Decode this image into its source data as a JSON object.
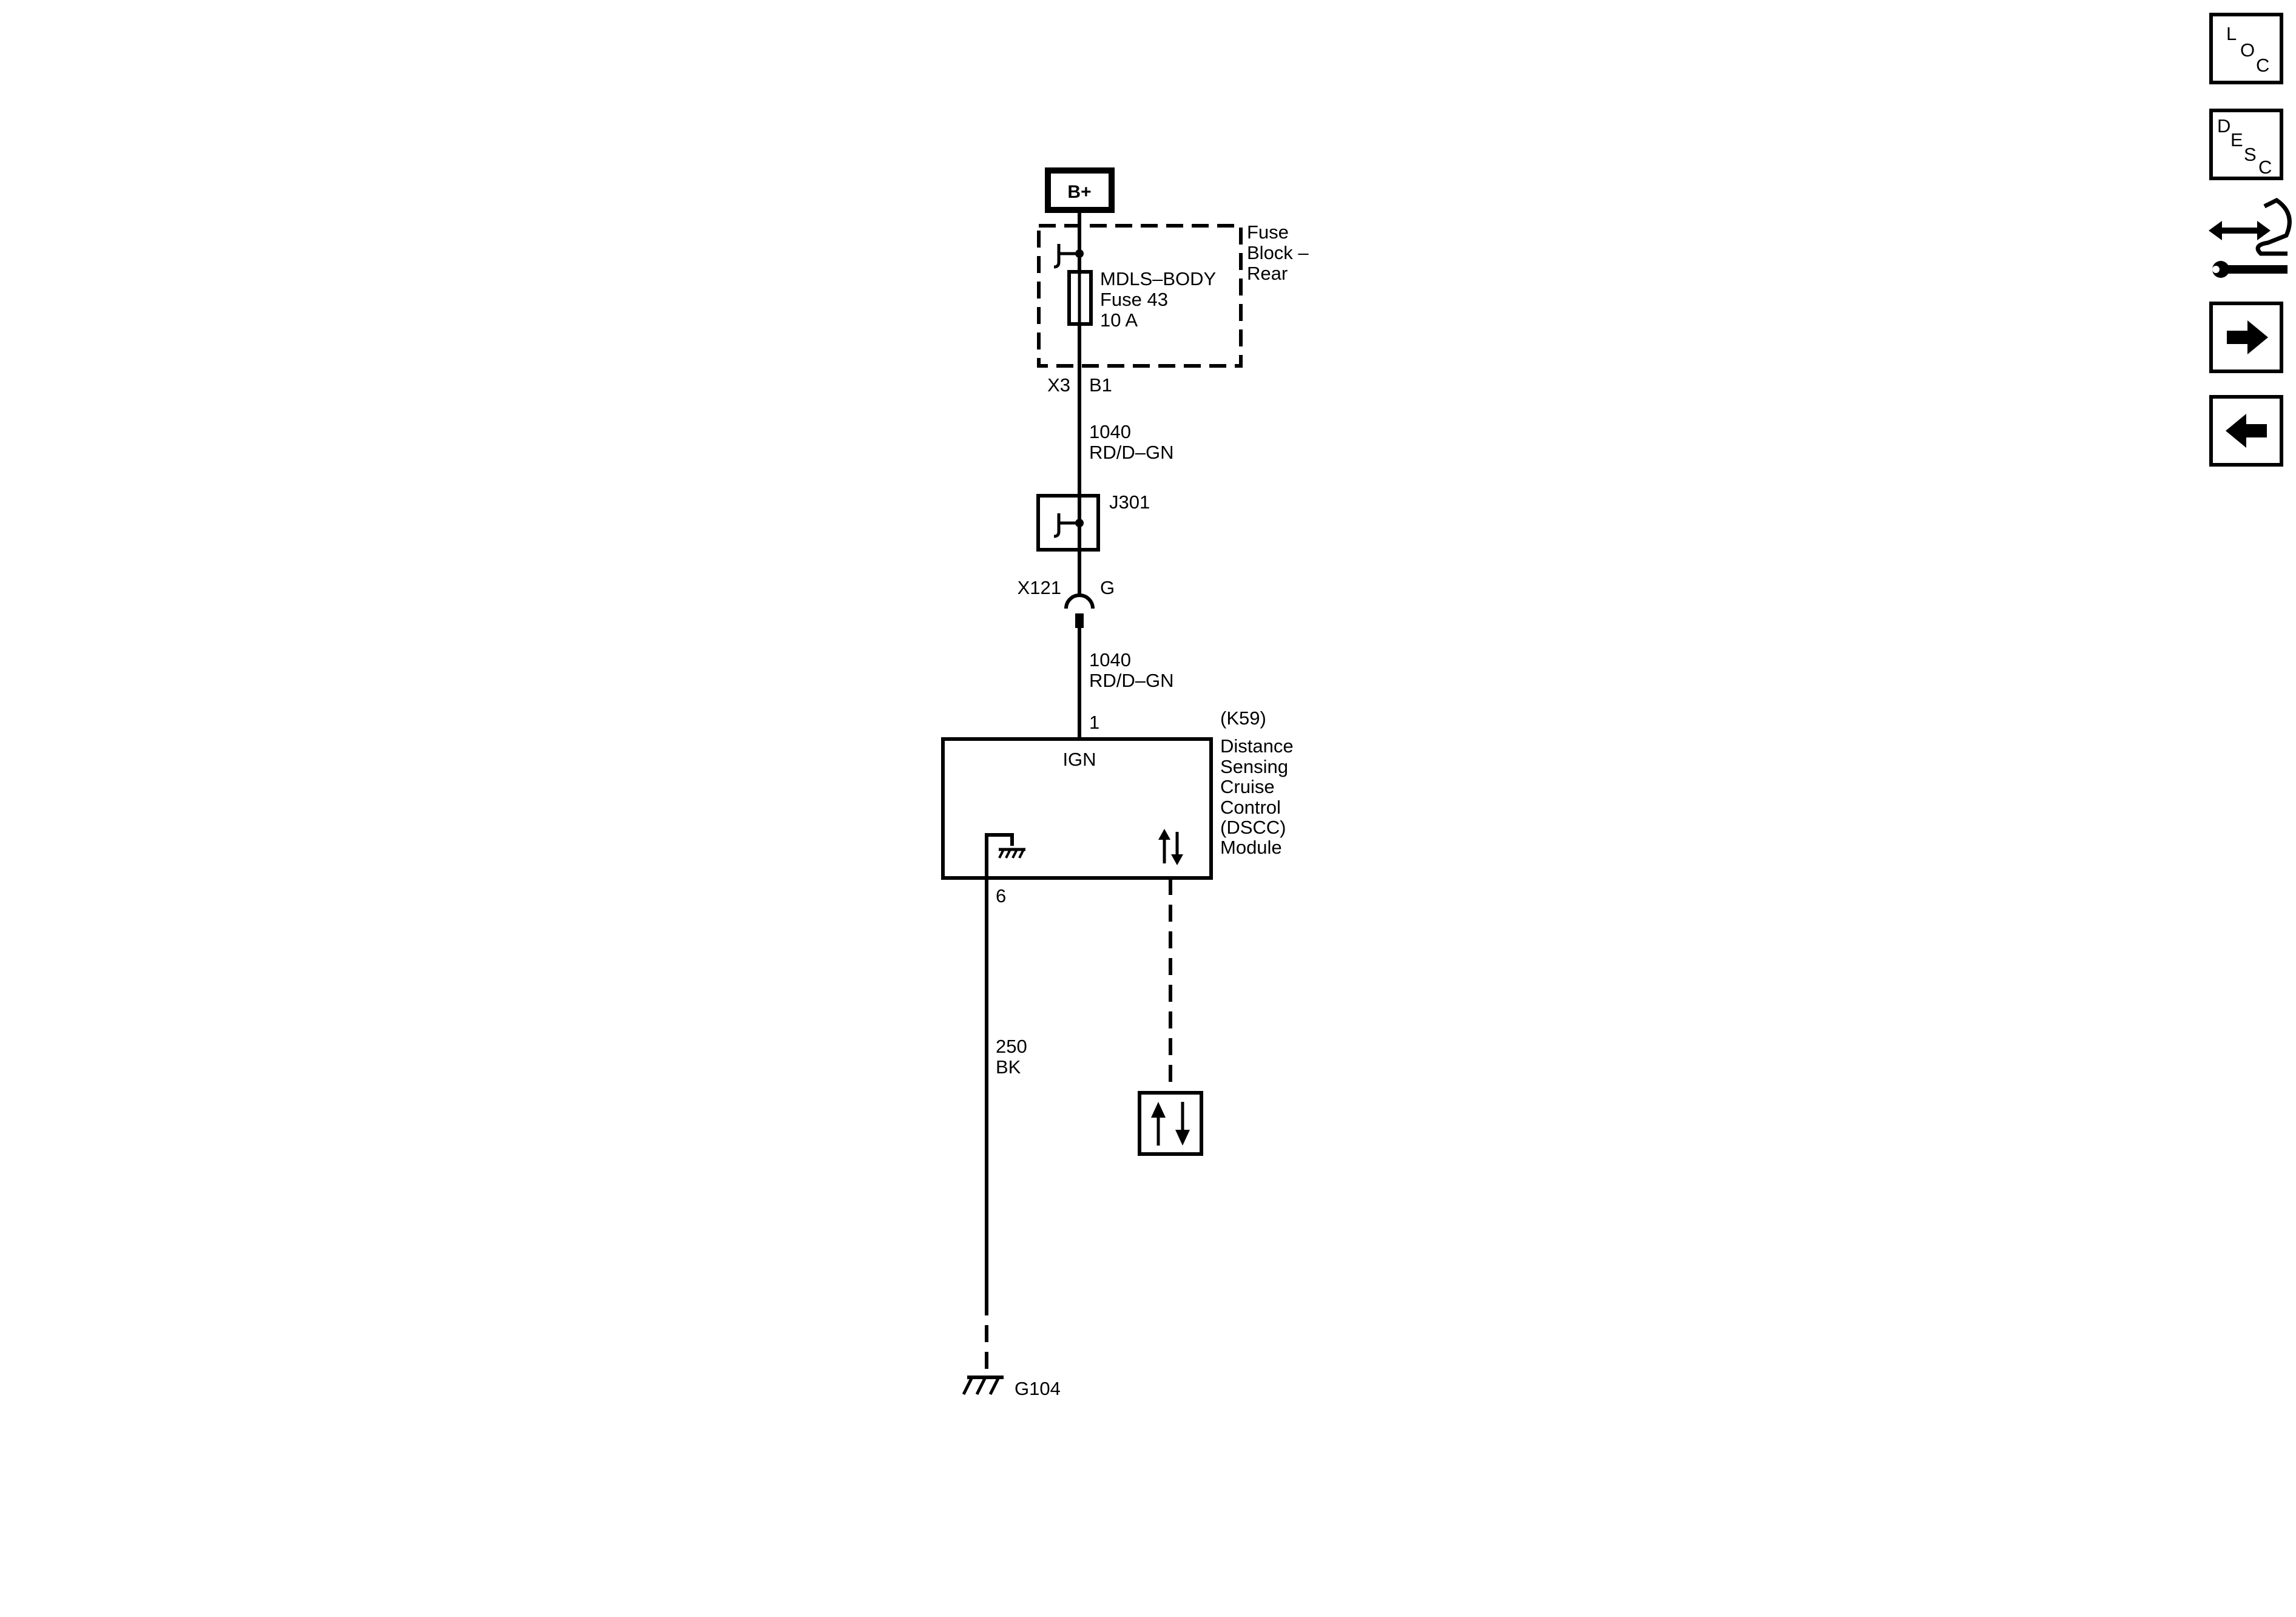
{
  "power": {
    "label": "B+"
  },
  "fuse_block": {
    "name_lines": [
      "Fuse",
      "Block –",
      "Rear"
    ],
    "fuse_lines": [
      "MDLS–BODY",
      "Fuse 43",
      "10 A"
    ],
    "connector": "X3",
    "pin": "B1"
  },
  "wire_upper": {
    "circuit": "1040",
    "color": "RD/D–GN"
  },
  "splice": {
    "label": "J301"
  },
  "inline_connector": {
    "connector": "X121",
    "pin": "G"
  },
  "wire_lower": {
    "circuit": "1040",
    "color": "RD/D–GN"
  },
  "module": {
    "pin_ign": "1",
    "ign_label": "IGN",
    "id": "(K59)",
    "name_lines": [
      "Distance",
      "Sensing",
      "Cruise",
      "Control",
      "(DSCC)",
      "Module"
    ],
    "pin_ground": "6"
  },
  "ground_wire": {
    "circuit": "250",
    "color": "BK"
  },
  "ground": {
    "label": "G104"
  },
  "nav": {
    "loc": [
      "L",
      "O",
      "C"
    ],
    "desc": [
      "D",
      "E",
      "S",
      "C"
    ],
    "icons": [
      "loc-icon",
      "desc-icon",
      "connector-tool-icon",
      "next-arrow-icon",
      "previous-arrow-icon"
    ]
  }
}
